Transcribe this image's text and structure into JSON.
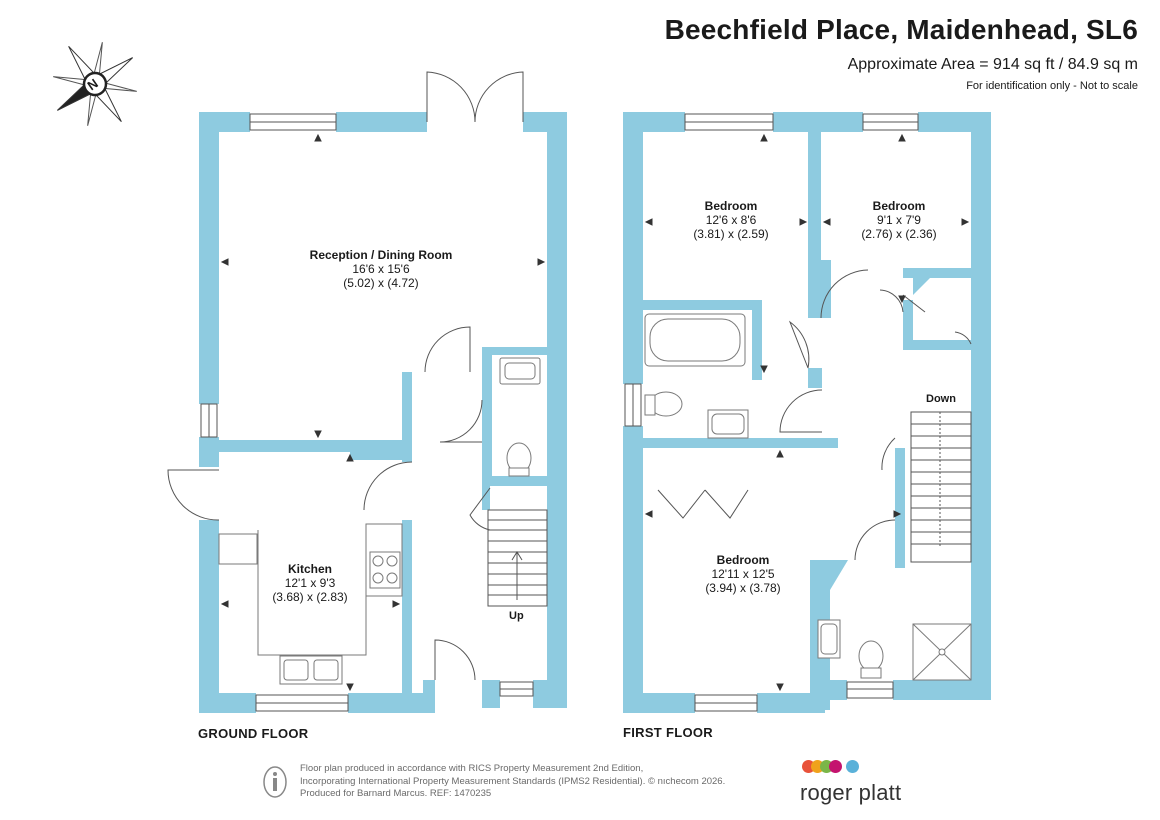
{
  "header": {
    "title": "Beechfield Place, Maidenhead, SL6",
    "area": "Approximate Area = 914 sq ft / 84.9 sq m",
    "note": "For identification only - Not to scale"
  },
  "compass": {
    "label": "N",
    "icon": "compass-icon"
  },
  "floors": [
    {
      "label": "GROUND FLOOR"
    },
    {
      "label": "FIRST FLOOR"
    }
  ],
  "rooms": {
    "reception": {
      "name": "Reception / Dining Room",
      "imperial": "16'6 x 15'6",
      "metric": "(5.02) x (4.72)"
    },
    "kitchen": {
      "name": "Kitchen",
      "imperial": "12'1 x 9'3",
      "metric": "(3.68) x (2.83)"
    },
    "bedroom1": {
      "name": "Bedroom",
      "imperial": "12'6 x 8'6",
      "metric": "(3.81) x (2.59)"
    },
    "bedroom2": {
      "name": "Bedroom",
      "imperial": "9'1 x 7'9",
      "metric": "(2.76) x (2.36)"
    },
    "bedroom3": {
      "name": "Bedroom",
      "imperial": "12'11 x 12'5",
      "metric": "(3.94) x (3.78)"
    }
  },
  "stairs": {
    "up": "Up",
    "down": "Down"
  },
  "footer": {
    "line1": "Floor plan produced in accordance with RICS Property Measurement 2nd Edition,",
    "line2": "Incorporating International Property Measurement Standards (IPMS2 Residential).  © nıchecom 2026.",
    "line3": "Produced for Barnard Marcus.   REF:  1470235"
  },
  "brand": {
    "name": "roger platt",
    "dot_colors": [
      "#e8523a",
      "#f0a21c",
      "#7ab648",
      "#c4136e",
      "#5ab1d9"
    ]
  },
  "colors": {
    "wall": "#8ecbe0",
    "fixture": "#7a7a7a"
  }
}
